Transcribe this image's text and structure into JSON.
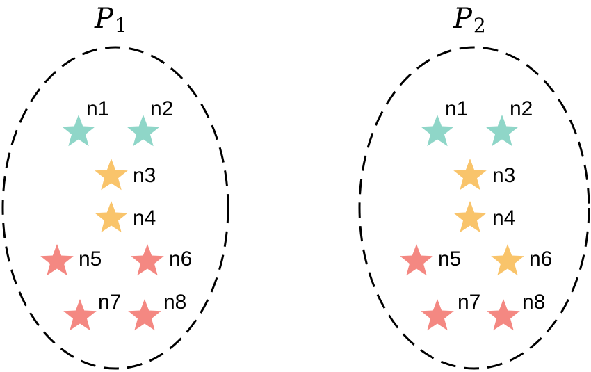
{
  "colors": {
    "teal": "#8fd6c8",
    "orange": "#f9c46b",
    "red": "#f48882",
    "outline": "#000000"
  },
  "partitions": [
    {
      "title": "P",
      "subscript": "1",
      "nodes": [
        {
          "label": "n1",
          "color": "teal"
        },
        {
          "label": "n2",
          "color": "teal"
        },
        {
          "label": "n3",
          "color": "orange"
        },
        {
          "label": "n4",
          "color": "orange"
        },
        {
          "label": "n5",
          "color": "red"
        },
        {
          "label": "n6",
          "color": "red"
        },
        {
          "label": "n7",
          "color": "red"
        },
        {
          "label": "n8",
          "color": "red"
        }
      ]
    },
    {
      "title": "P",
      "subscript": "2",
      "nodes": [
        {
          "label": "n1",
          "color": "teal"
        },
        {
          "label": "n2",
          "color": "teal"
        },
        {
          "label": "n3",
          "color": "orange"
        },
        {
          "label": "n4",
          "color": "orange"
        },
        {
          "label": "n5",
          "color": "red"
        },
        {
          "label": "n6",
          "color": "orange"
        },
        {
          "label": "n7",
          "color": "red"
        },
        {
          "label": "n8",
          "color": "red"
        }
      ]
    }
  ]
}
